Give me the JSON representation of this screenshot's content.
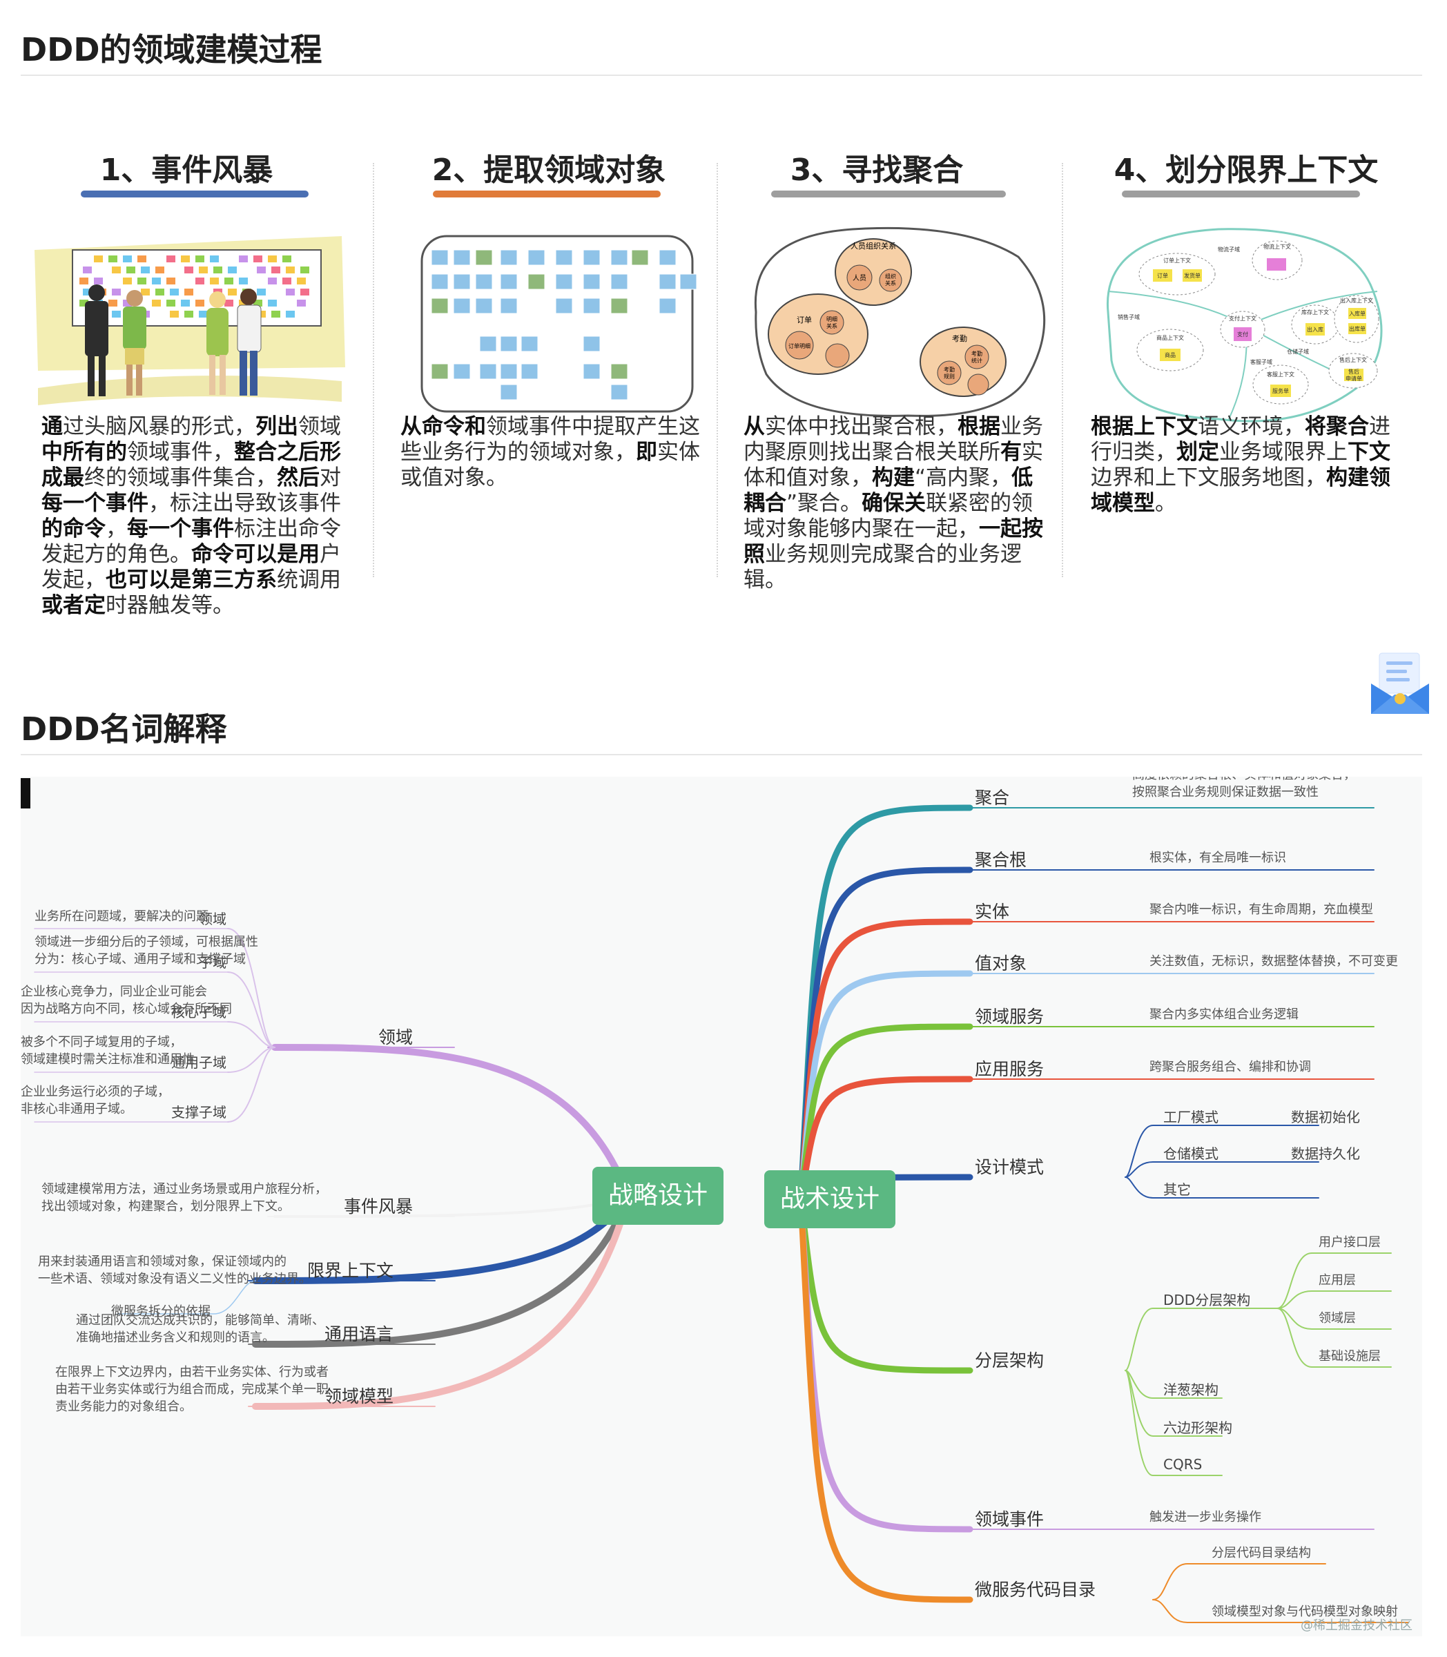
{
  "heading1": "DDD的领域建模过程",
  "heading2": "DDD名词解释",
  "steps": [
    {
      "title": "1、事件风暴",
      "bar_color": "#4a6fb3",
      "text": "<b>通</b>过头脑风暴的形式，<b>列出</b>领域<b>中所有的</b>领域事件，<b>整合之后形成最</b>终的领域事件集合，<b>然后</b>对<b>每一个事件</b>，标注出导致该事件<b>的命令</b>，<b>每一个事件</b>标注出命令发起方的角色。<b>命令可以是用</b>户发起，<b>也可以是第三方系</b>统调用<b>或者定</b>时器触发等。"
    },
    {
      "title": "2、提取领域对象",
      "bar_color": "#e07b39",
      "text": "<b>从命令和</b>领域事件中提取产生这些业务行为的领域对象，<b>即</b>实体或值对象。"
    },
    {
      "title": "3、寻找聚合",
      "bar_color": "#9e9e9e",
      "text": "<b>从</b>实体中找出聚合根，<b>根据</b>业务内聚原则找出聚合根关联所<b>有</b>实体和值对象，<b>构建</b>“高内聚，<b>低耦合</b>”聚合。<b>确保关</b>联紧密的领域对象能够内聚在一起，<b>一起按照</b>业务规则完成聚合的业务逻辑。"
    },
    {
      "title": "4、划分限界上下文",
      "bar_color": "#9e9e9e",
      "text": "<b>根据上下文</b>语义环境，<b>将聚合</b>进行归类，<b>划定</b>业务域限界上<b>下文</b>边界和上下文服务地图，<b>构建领域模型</b>。"
    }
  ],
  "illus3": {
    "top": "人员组织关系",
    "person": "人员",
    "org": "组织\n关系",
    "order": "订单",
    "orderitem": "订单明细",
    "detail": "明细\n关系",
    "attend": "考勤",
    "rule": "考勤\n规则",
    "time": "考勤\n统计"
  },
  "illus4": {
    "logistics": "物流子域",
    "ctx_logistics": "物流上下文",
    "ctx_order": "订单上下文",
    "order": "订单",
    "addr": "发货单",
    "sales": "销售子域",
    "ctx_pay": "支付上下文",
    "pay": "支付",
    "ctx_goods": "商品上下文",
    "goods": "商品",
    "warehouse": "仓储子域",
    "ctx_stock": "库存上下文",
    "stock": "出入库",
    "ctx_in": "出入库上下文",
    "inst": "入库单",
    "outst": "出库单",
    "service": "客服子域",
    "ctx_srv": "客服上下文",
    "srv": "服务单",
    "ctx_after": "售后上下文",
    "after": "售后\n申请单"
  },
  "mindmap": {
    "left_center": "战略设计",
    "right_center": "战术设计",
    "left": [
      {
        "label": "领域",
        "color": "#c89be0",
        "children": [
          {
            "label": "领域",
            "note": "业务所在问题域，要解决的问题"
          },
          {
            "label": "子域",
            "note": "领域进一步细分后的子领域，可根据属性\n分为：核心子域、通用子域和支撑子域"
          },
          {
            "label": "核心子域",
            "note": "企业核心竞争力，同业企业可能会\n因为战略方向不同，核心域会有所不同"
          },
          {
            "label": "通用子域",
            "note": "被多个不同子域复用的子域，\n领域建模时需关注标准和通用性"
          },
          {
            "label": "支撑子域",
            "note": "企业业务运行必须的子域，\n非核心非通用子域。"
          }
        ]
      },
      {
        "label": "事件风暴",
        "color": "#ffffff",
        "note": "领域建模常用方法，通过业务场景或用户旅程分析，\n找出领域对象，构建聚合，划分限界上下文。"
      },
      {
        "label": "限界上下文",
        "color": "#2a57a8",
        "note": "用来封装通用语言和领域对象，保证领域内的\n一些术语、领域对象没有语义二义性的业务边界。",
        "sub": "微服务拆分的依据"
      },
      {
        "label": "通用语言",
        "color": "#7a7a7a",
        "note": "通过团队交流达成共识的，能够简单、清晰、\n准确地描述业务含义和规则的语言。"
      },
      {
        "label": "领域模型",
        "color": "#f2b8b8",
        "note": "在限界上下文边界内，由若干业务实体、行为或者\n由若干业务实体或行为组合而成，完成某个单一职\n责业务能力的对象组合。"
      }
    ],
    "right": [
      {
        "label": "聚合",
        "color": "#2e9aa5",
        "note": "高度依赖的聚合根、实体和值对象集合，\n按照聚合业务规则保证数据一致性"
      },
      {
        "label": "聚合根",
        "color": "#2a57a8",
        "note": "根实体，有全局唯一标识"
      },
      {
        "label": "实体",
        "color": "#e8543c",
        "note": "聚合内唯一标识，有生命周期，充血模型"
      },
      {
        "label": "值对象",
        "color": "#9ec9f0",
        "note": "关注数值，无标识，数据整体替换，不可变更"
      },
      {
        "label": "领域服务",
        "color": "#79c23a",
        "note": "聚合内多实体组合业务逻辑"
      },
      {
        "label": "应用服务",
        "color": "#e8543c",
        "note": "跨聚合服务组合、编排和协调"
      },
      {
        "label": "设计模式",
        "color": "#2a57a8",
        "children": [
          {
            "label": "工厂模式",
            "note": "数据初始化"
          },
          {
            "label": "仓储模式",
            "note": "数据持久化"
          },
          {
            "label": "其它",
            "note": ""
          }
        ]
      },
      {
        "label": "分层架构",
        "color": "#79c23a",
        "children": [
          {
            "label": "DDD分层架构",
            "sub": [
              "用户接口层",
              "应用层",
              "领域层",
              "基础设施层"
            ]
          },
          {
            "label": "洋葱架构"
          },
          {
            "label": "六边形架构"
          },
          {
            "label": "CQRS"
          }
        ]
      },
      {
        "label": "领域事件",
        "color": "#c89be0",
        "note": "触发进一步业务操作"
      },
      {
        "label": "微服务代码目录",
        "color": "#ee8b2a",
        "children": [
          {
            "label": "分层代码目录结构"
          },
          {
            "label": "领域模型对象与代码模型对象映射"
          }
        ]
      }
    ],
    "watermark": "@稀土掘金技术社区"
  }
}
